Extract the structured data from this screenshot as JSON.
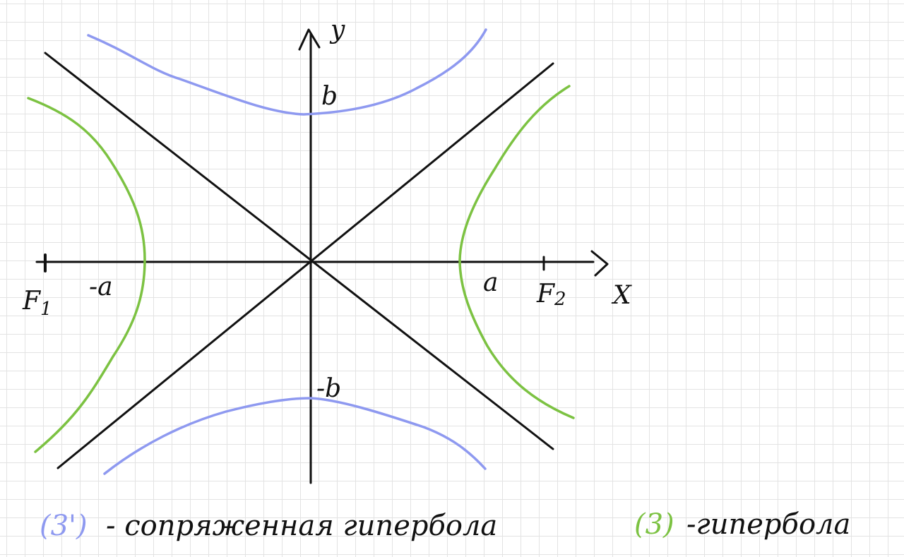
{
  "colors": {
    "grid": "#e3e3e3",
    "axes": "#111111",
    "conjugate_hyperbola": "#8e99f0",
    "hyperbola": "#7cc242"
  },
  "labels": {
    "y_axis": "y",
    "x_axis": "X",
    "b": "b",
    "minus_b": "-b",
    "a": "a",
    "minus_a": "-a",
    "f1": "F",
    "f1_sub": "1",
    "f2": "F",
    "f2_sub": "2"
  },
  "legend": {
    "conjugate_marker": "(3')",
    "conjugate_text": "- сопряженная гипербола",
    "hyperbola_marker": "(3)",
    "hyperbola_text": "-гипербола"
  }
}
